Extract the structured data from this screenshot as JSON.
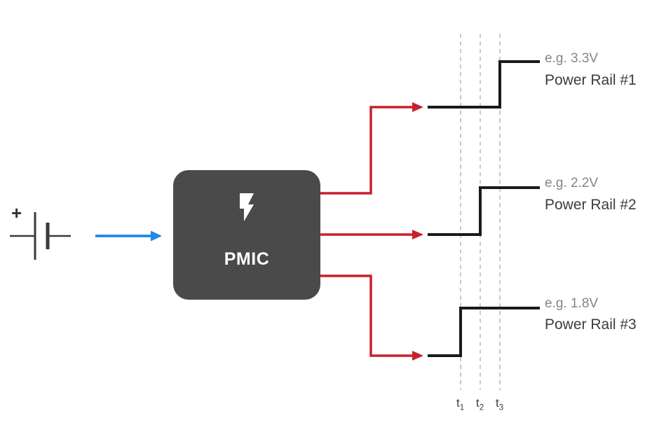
{
  "colors": {
    "red": "#c9202e",
    "blue": "#1e88e5",
    "box_fill": "#4a4a4a",
    "bolt": "#ffffff",
    "waveform": "#1a1a1a",
    "wire": "#3a3a3a",
    "dashed": "#bcbcbc",
    "voltage_text": "#858585",
    "rail_text": "#3c3c3c"
  },
  "battery": {
    "plus": "+"
  },
  "pmic": {
    "label": "PMIC"
  },
  "rails": [
    {
      "voltage": "e.g. 3.3V",
      "name": "Power Rail #1"
    },
    {
      "voltage": "e.g. 2.2V",
      "name": "Power Rail #2"
    },
    {
      "voltage": "e.g. 1.8V",
      "name": "Power Rail #3"
    }
  ],
  "time_axis": [
    {
      "base": "t",
      "sub": "1"
    },
    {
      "base": "t",
      "sub": "2"
    },
    {
      "base": "t",
      "sub": "3"
    }
  ]
}
